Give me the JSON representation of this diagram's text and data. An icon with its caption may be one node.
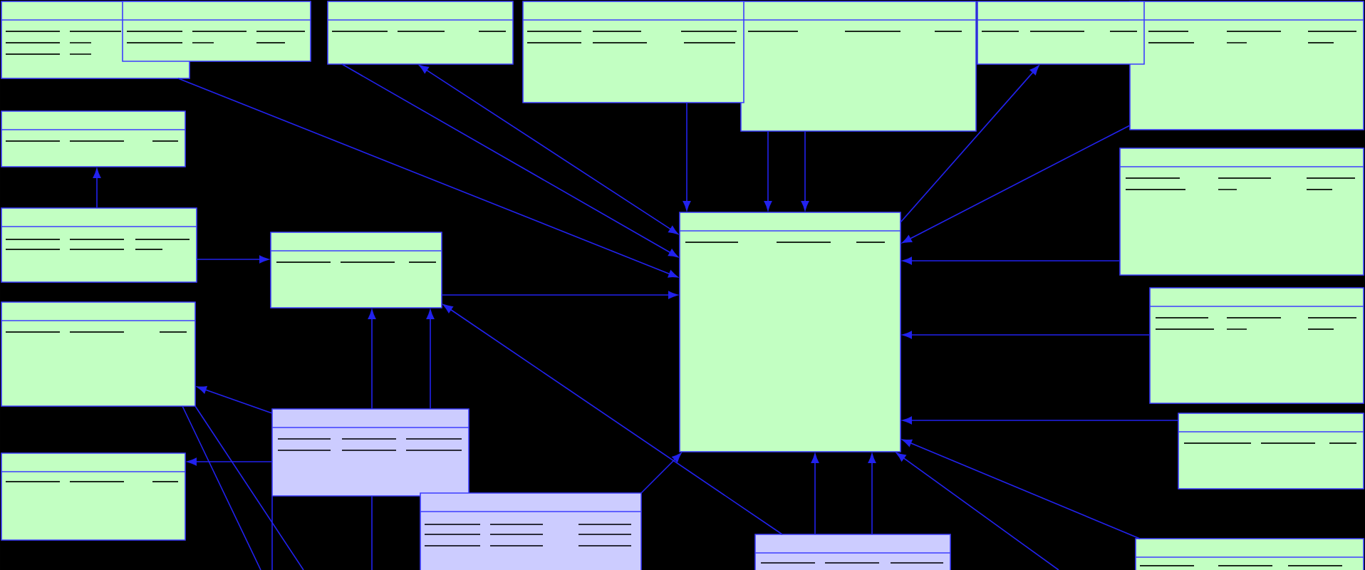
{
  "diagram": {
    "nodes": [
      {
        "text": [],
        "shape": "box"
      },
      {
        "text": [],
        "shape": "box"
      },
      {
        "text": [],
        "shape": "box"
      },
      {
        "text": [],
        "shape": "box"
      },
      {
        "text": [],
        "shape": "box"
      },
      {
        "text": [],
        "shape": "box"
      },
      {
        "text": [],
        "shape": "box"
      },
      {
        "text": [],
        "shape": "box"
      },
      {
        "text": [],
        "shape": "box"
      },
      {
        "text": [],
        "shape": "box"
      },
      {
        "text": [],
        "shape": "box"
      },
      {
        "text": [],
        "shape": "box"
      },
      {
        "text": [],
        "shape": "box"
      },
      {
        "text": [],
        "shape": "box"
      },
      {
        "text": [],
        "shape": "box"
      },
      {
        "text": [],
        "shape": "box"
      },
      {
        "text": [],
        "shape": "box"
      },
      {
        "text": [],
        "shape": "box"
      },
      {
        "text": [],
        "shape": "box"
      },
      {
        "text": [],
        "shape": "box"
      }
    ],
    "edges": [
      {
        "from": 8,
        "to": 7,
        "arrow": "to"
      },
      {
        "from": 8,
        "to": 9,
        "arrow": "to"
      },
      {
        "from": 9,
        "to": 10,
        "arrow": "to"
      },
      {
        "from": 0,
        "to": 10,
        "arrow": "to"
      },
      {
        "from": 2,
        "to": 10,
        "arrow": "to"
      },
      {
        "from": 10,
        "to": 2,
        "arrow": "both"
      },
      {
        "from": 3,
        "to": 10,
        "arrow": "to"
      },
      {
        "from": 4,
        "to": 10,
        "arrow": "to"
      },
      {
        "from": 4,
        "to": 10,
        "arrow": "to"
      },
      {
        "from": 10,
        "to": 5,
        "arrow": "to"
      },
      {
        "from": 6,
        "to": 10,
        "arrow": "to"
      },
      {
        "from": 11,
        "to": 10,
        "arrow": "to"
      },
      {
        "from": 13,
        "to": 10,
        "arrow": "to"
      },
      {
        "from": 14,
        "to": 10,
        "arrow": "to"
      },
      {
        "from": 19,
        "to": 10,
        "arrow": "to"
      },
      {
        "from": null,
        "to": 10,
        "arrow": "to"
      },
      {
        "from": 18,
        "to": 10,
        "arrow": "to"
      },
      {
        "from": 18,
        "to": 10,
        "arrow": "to"
      },
      {
        "from": 18,
        "to": 9,
        "arrow": "to"
      },
      {
        "from": 17,
        "to": 10,
        "arrow": "to"
      },
      {
        "from": 15,
        "to": 9,
        "arrow": "to"
      },
      {
        "from": 15,
        "to": 9,
        "arrow": "to"
      },
      {
        "from": 15,
        "to": 12,
        "arrow": "to"
      },
      {
        "from": 15,
        "to": 16,
        "arrow": "to"
      },
      {
        "from": 15,
        "to": null,
        "arrow": "none"
      },
      {
        "from": 15,
        "to": null,
        "arrow": "none"
      },
      {
        "from": 12,
        "to": null,
        "arrow": "none"
      },
      {
        "from": 12,
        "to": null,
        "arrow": "none"
      }
    ]
  }
}
